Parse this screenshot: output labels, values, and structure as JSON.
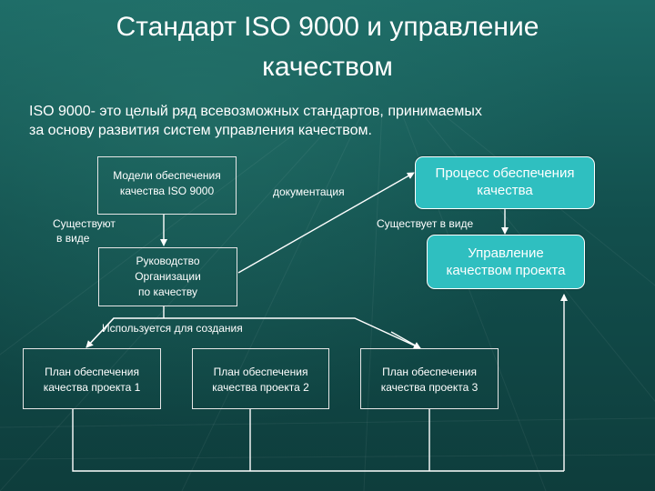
{
  "slide": {
    "title_line1": "Стандарт ISO 9000 и управление",
    "title_line2": "качеством",
    "intro_line1": "ISO 9000- это целый ряд всевозможных стандартов, принимаемых",
    "intro_line2": "за основу развития систем управления качеством."
  },
  "diagram": {
    "models_box": {
      "line1": "Модели обеспечения",
      "line2": "качества ISO 9000"
    },
    "manual_box": {
      "line1": "Руководство",
      "line2": "Организации",
      "line3": "по качеству"
    },
    "process_box": {
      "line1": "Процесс обеспечения",
      "line2": "качества"
    },
    "management_box": {
      "line1": "Управление",
      "line2": "качеством проекта"
    },
    "plans": [
      {
        "line1": "План обеспечения",
        "line2": "качества проекта 1"
      },
      {
        "line1": "План обеспечения",
        "line2": "качества проекта 2"
      },
      {
        "line1": "План обеспечения",
        "line2": "качества проекта 3"
      }
    ],
    "labels": {
      "documentation": "документация",
      "exist_line1": "Существуют",
      "exist_line2": "в виде",
      "exists_as": "Существует в виде",
      "used_for": "Используется для создания"
    },
    "colors": {
      "accent": "#2fbfc0",
      "line": "#ffffff"
    }
  }
}
